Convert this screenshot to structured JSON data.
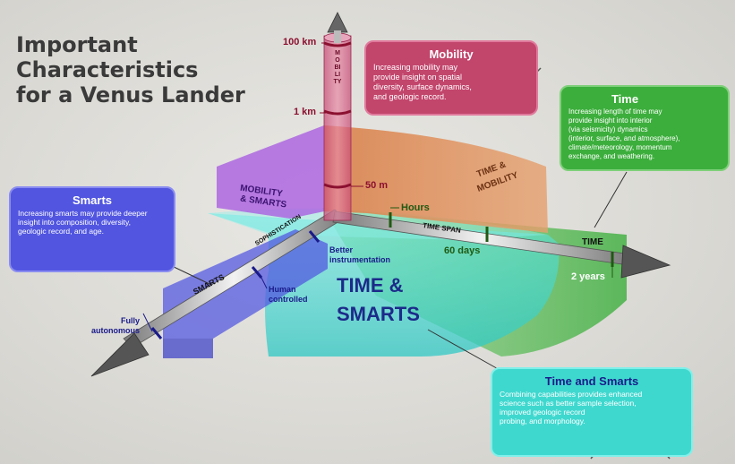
{
  "title_lines": [
    "Important",
    "Characteristics",
    "for a Venus Lander"
  ],
  "boxes": {
    "mobility": {
      "title": "Mobility",
      "text_lines": [
        "Increasing mobility may",
        "provide insight on spatial",
        "diversity, surface dynamics,",
        "and geologic record."
      ],
      "color": "#c2456c"
    },
    "time": {
      "title": "Time",
      "text_lines": [
        "Increasing length of time may",
        "provide insight into interior",
        "(via seismicity) dynamics",
        "(interior, surface, and atmosphere),",
        "climate/meteorology, momentum",
        "exchange, and weathering."
      ],
      "color": "#3cae3c"
    },
    "smarts": {
      "title": "Smarts",
      "text_lines": [
        "Increasing smarts may provide deeper",
        "insight into composition, diversity,",
        "geologic record, and age."
      ],
      "color": "#5155e0"
    },
    "time_smarts": {
      "title": "Time and Smarts",
      "text_lines": [
        "Combining capabilities provides enhanced",
        "science such as better sample selection,",
        "improved geologic record",
        "probing, and morphology."
      ],
      "color": "#3fd8cf"
    }
  },
  "axes": {
    "mobility": {
      "axis_label": "MOBILITY",
      "tick_100km": "100 km",
      "tick_1km": "1 km",
      "tick_50m": "50 m"
    },
    "time": {
      "axis_label": "TIME",
      "span_label": "TIME SPAN",
      "tick_hours": "Hours",
      "tick_60days": "60 days",
      "tick_2years": "2 years"
    },
    "smarts": {
      "axis_label": "SMARTS",
      "sub_label": "SOPHISTICATION",
      "tick_better_1": "Better",
      "tick_better_2": "instrumentation",
      "tick_human_1": "Human",
      "tick_human_2": "controlled",
      "tick_auto_1": "Fully",
      "tick_auto_2": "autonomous"
    }
  },
  "regions": {
    "mobility_smarts_1": "MOBILITY",
    "mobility_smarts_2": "& SMARTS",
    "time_mobility_1": "TIME &",
    "time_mobility_2": "MOBILITY",
    "time_smarts_1": "TIME &",
    "time_smarts_2": "SMARTS"
  },
  "colors": {
    "mobility": "#c2456c",
    "time": "#3cae3c",
    "smarts": "#5155e0",
    "time_smarts": "#3fd8cf",
    "time_mobility": "#d98a4e",
    "mobility_smarts": "#a85be0",
    "axis_text": "#1a1a8a"
  }
}
